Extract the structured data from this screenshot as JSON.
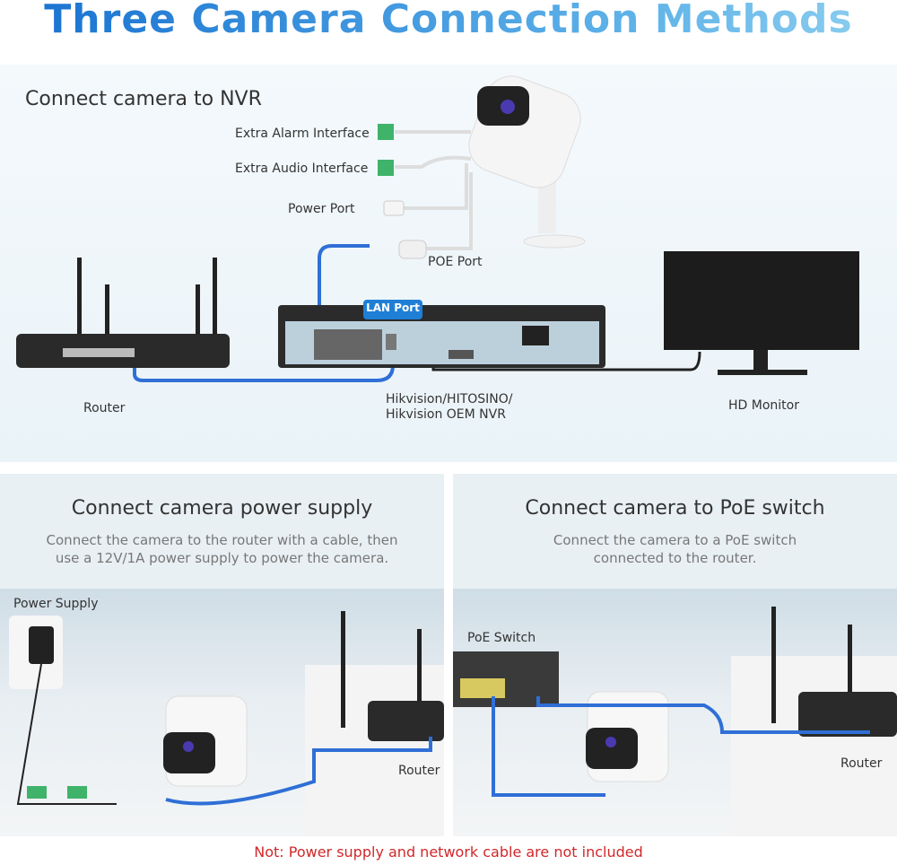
{
  "title": "Three Camera Connection Methods",
  "nvr_section": {
    "heading": "Connect camera to NVR",
    "labels": {
      "alarm": "Extra Alarm Interface",
      "audio": "Extra Audio Interface",
      "power": "Power Port",
      "poe": "POE Port",
      "lan": "LAN Port",
      "router": "Router",
      "nvr_line1": "Hikvision/HITOSINO/",
      "nvr_line2": "Hikvision OEM NVR",
      "monitor": "HD Monitor"
    }
  },
  "power_section": {
    "heading": "Connect camera power supply",
    "desc_line1": "Connect the camera to the router with a cable, then",
    "desc_line2": "use a 12V/1A power supply to power the camera.",
    "labels": {
      "power_supply": "Power Supply",
      "router": "Router"
    }
  },
  "poe_section": {
    "heading": "Connect camera to PoE switch",
    "desc_line1": "Connect the camera to a PoE switch",
    "desc_line2": "connected to the router.",
    "labels": {
      "poe_switch": "PoE Switch",
      "router": "Router"
    }
  },
  "note": "Not: Power supply and network cable are not included",
  "colors": {
    "cable": "#2f6fd6",
    "lan_badge": "#1f7fd6",
    "note": "#d0282a"
  }
}
